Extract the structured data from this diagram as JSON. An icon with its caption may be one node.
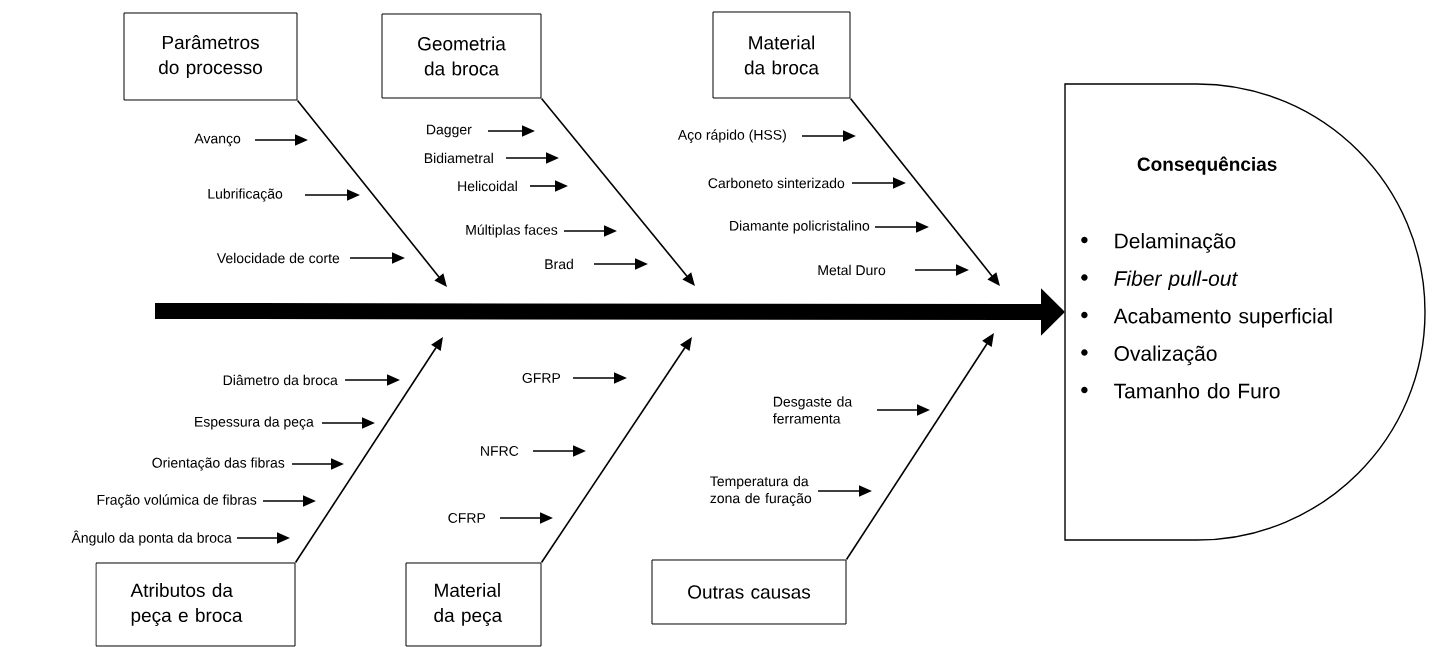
{
  "diagram": {
    "nodes": [
      {
        "text": [
          "Parâmetros do processo"
        ]
      },
      {
        "text": [
          "Geometria da broca"
        ]
      },
      {
        "text": [
          "Material da broca"
        ]
      },
      {
        "text": [
          "Consequências",
          "Delaminação",
          "*Fiber pull-out*",
          "Acabamento superficial",
          "Ovalização",
          "Tamanho do Furo"
        ]
      },
      {
        "text": [
          "Avanço"
        ]
      },
      {
        "text": [
          "Lubrificação"
        ]
      },
      {
        "text": [
          "Velocidade de corte"
        ]
      },
      {
        "text": [
          "Dagger"
        ]
      },
      {
        "text": [
          "Bidiametral"
        ]
      },
      {
        "text": [
          "Helicoidal"
        ]
      },
      {
        "text": [
          "Múltiplas faces"
        ]
      },
      {
        "text": [
          "Brad"
        ]
      },
      {
        "text": [
          "Aço rápido (HSS)"
        ]
      },
      {
        "text": [
          "Carboneto sinterizado"
        ]
      },
      {
        "text": [
          "Diamante policristalino"
        ]
      },
      {
        "text": [
          "Metal Duro"
        ]
      },
      {
        "text": [
          "Diâmetro da broca"
        ]
      },
      {
        "text": [
          "Espessura da peça"
        ]
      },
      {
        "text": [
          "Orientação das fibras"
        ]
      },
      {
        "text": [
          "Fração volúmica de fibras"
        ]
      },
      {
        "text": [
          "Ângulo da ponta da broca"
        ]
      },
      {
        "text": [
          "GFRP"
        ]
      },
      {
        "text": [
          "NFRC"
        ]
      },
      {
        "text": [
          "CFRP"
        ]
      },
      {
        "text": [
          "Desgaste da ferramenta"
        ]
      },
      {
        "text": [
          "Temperatura da zona de furação"
        ]
      },
      {
        "text": [
          "Atributos da peça e broca"
        ]
      },
      {
        "text": [
          "Material da peça"
        ]
      },
      {
        "text": [
          "Outras causas"
        ]
      }
    ],
    "edges": [
      {
        "from": null,
        "to": 3,
        "arrow": "to",
        "style": "thick"
      },
      {
        "from": 0,
        "to": null,
        "arrow": "to"
      },
      {
        "from": 1,
        "to": null,
        "arrow": "to"
      },
      {
        "from": 2,
        "to": null,
        "arrow": "to"
      },
      {
        "from": 26,
        "to": null,
        "arrow": "to"
      },
      {
        "from": 27,
        "to": null,
        "arrow": "to"
      },
      {
        "from": 28,
        "to": null,
        "arrow": "to"
      },
      {
        "from": 4,
        "to": null,
        "arrow": "to"
      },
      {
        "from": 5,
        "to": null,
        "arrow": "to"
      },
      {
        "from": 6,
        "to": null,
        "arrow": "to"
      },
      {
        "from": 7,
        "to": null,
        "arrow": "to"
      },
      {
        "from": 8,
        "to": null,
        "arrow": "to"
      },
      {
        "from": 9,
        "to": null,
        "arrow": "to"
      },
      {
        "from": 10,
        "to": null,
        "arrow": "to"
      },
      {
        "from": 11,
        "to": null,
        "arrow": "to"
      },
      {
        "from": 12,
        "to": null,
        "arrow": "to"
      },
      {
        "from": 13,
        "to": null,
        "arrow": "to"
      },
      {
        "from": 14,
        "to": null,
        "arrow": "to"
      },
      {
        "from": 15,
        "to": null,
        "arrow": "to"
      },
      {
        "from": 16,
        "to": null,
        "arrow": "to"
      },
      {
        "from": 17,
        "to": null,
        "arrow": "to"
      },
      {
        "from": 18,
        "to": null,
        "arrow": "to"
      },
      {
        "from": 19,
        "to": null,
        "arrow": "to"
      },
      {
        "from": 20,
        "to": null,
        "arrow": "to"
      },
      {
        "from": 21,
        "to": null,
        "arrow": "to"
      },
      {
        "from": 22,
        "to": null,
        "arrow": "to"
      },
      {
        "from": 23,
        "to": null,
        "arrow": "to"
      },
      {
        "from": 24,
        "to": null,
        "arrow": "to"
      },
      {
        "from": 25,
        "to": null,
        "arrow": "to"
      }
    ]
  }
}
